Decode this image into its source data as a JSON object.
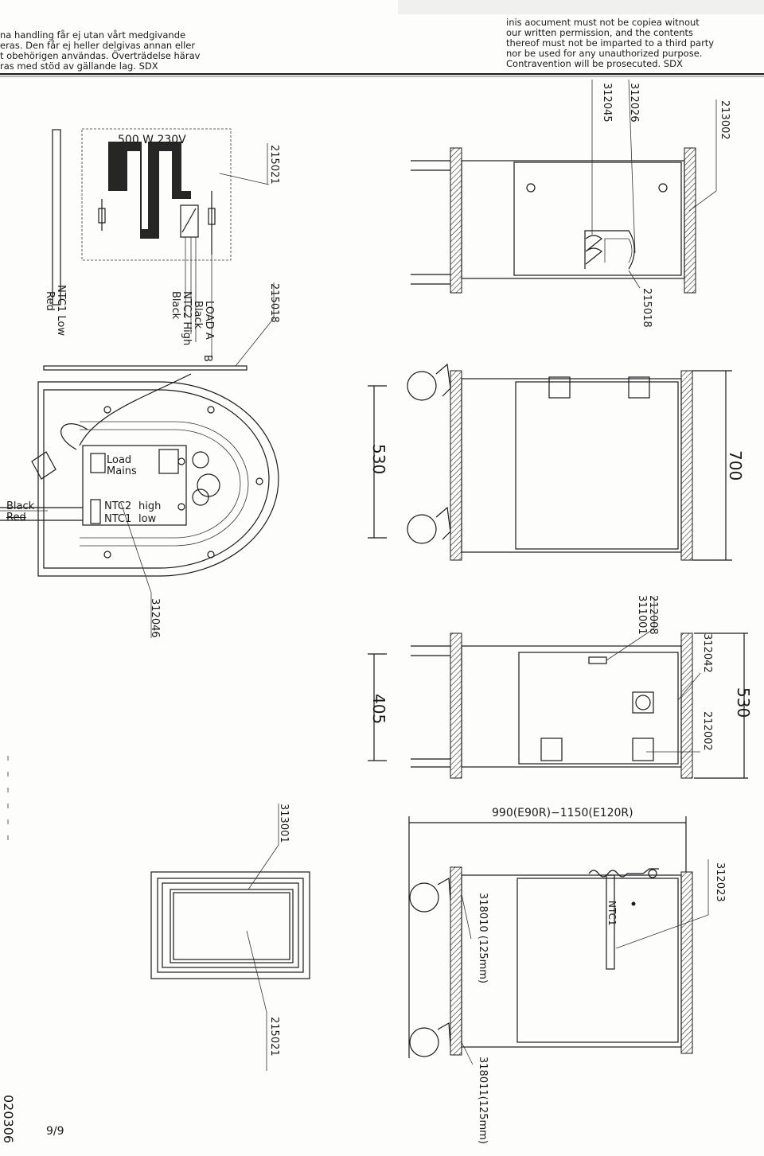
{
  "notices": {
    "swedish": [
      "na handling får ej utan vårt medgivande",
      "eras. Den får ej heller delgivas annan eller",
      "t obehörigen användas. Överträdelse härav",
      "ras med stöd av gällande lag.  SDX"
    ],
    "english": [
      "inis aocument must not be copiea witnout",
      "our written permission, and the contents",
      "thereof must not be imparted to a third party",
      "nor be used for any unauthorized purpose.",
      "Contravention will be prosecuted.   SDX"
    ]
  },
  "heater": {
    "rating": "500  W  230V"
  },
  "part_numbers": {
    "p215021a": "215021",
    "p215018a": "215018",
    "p312046": "312046",
    "p313001": "313001",
    "p215021b": "215021",
    "p312045": "312045",
    "p312026": "312026",
    "p213002": "213002",
    "p215018b": "215018",
    "p212008": "212008",
    "p311001": "311001",
    "p312042": "312042",
    "p212002": "212002",
    "p312023": "312023",
    "p318010": "318010 (125mm)",
    "p318011": "318011(125mm)"
  },
  "wires": {
    "ntc1_low": "NTC1  Low",
    "red": "Red",
    "load_a": "LOAD  A",
    "black1": "Black",
    "ntc2_high": "NTC2  High",
    "black2": "Black",
    "b": "B"
  },
  "terminals": {
    "load": "Load",
    "mains": "Mains",
    "ntc2": "NTC2",
    "high": "high",
    "ntc1": "NTC1",
    "low": "low",
    "black": "Black",
    "red": "Red"
  },
  "dimensions": {
    "d530a": "530",
    "d700": "700",
    "d405": "405",
    "d530b": "530",
    "d990": "990(E90R)−1150(E120R)"
  },
  "probe_label": "NTC1",
  "page": {
    "number": "9/9",
    "doc_no": "020306"
  }
}
